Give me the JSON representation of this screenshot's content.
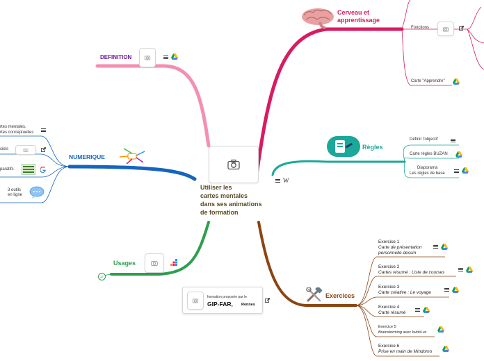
{
  "central": {
    "title_lines": [
      "Utiliser les",
      "cartes mentales",
      "dans ses animations",
      "de formation"
    ]
  },
  "branches": {
    "definition": {
      "label": "DEFINITION",
      "color": "#f48fb1"
    },
    "numerique": {
      "label": "NUMERIQUE",
      "color": "#1565c0",
      "items": [
        "rtes mentales,",
        "rtes conceptuelles",
        "ciels",
        "paratifs",
        "3 outils",
        "en ligne"
      ]
    },
    "usages": {
      "label": "Usages",
      "color": "#2e9e4f"
    },
    "cerveau": {
      "label_lines": [
        "Cerveau et",
        "apprentissage"
      ],
      "color": "#d81b60",
      "items": [
        "Fonctions",
        "Carte \"Apprendre\""
      ]
    },
    "regles": {
      "label": "Règles",
      "color": "#1aa89a",
      "items": [
        "Définir l'objectif",
        "Carte règles BUZAN",
        "Diaporama",
        "Les règles de base"
      ]
    },
    "exercices": {
      "label": "Exercices",
      "color": "#8b4513",
      "items": [
        {
          "title": "Exercice 1",
          "sub1": "Carte de présentation",
          "sub2": "personnelle dessin"
        },
        {
          "title": "Exercice 2",
          "sub1": "Cartes résumé : Liste de courses"
        },
        {
          "title": "Exercice 3",
          "sub1": "Carte créative : Le voyage"
        },
        {
          "title": "Exercice 4",
          "sub1": "Carte résumé"
        },
        {
          "title": "Exercice 5",
          "sub1": "Brainstorming avec bubbl.us"
        },
        {
          "title": "Exercice 6",
          "sub1": "Prise en main de Mindomo"
        }
      ]
    }
  },
  "footer_note": {
    "line1": "formation proposée par le",
    "org": "GIP-FAR,",
    "city": "Rennes"
  },
  "collapsed_count": "17",
  "wiki_glyph": "W",
  "icons": [
    "camera-icon",
    "menu-icon",
    "google-drive-icon",
    "external-link-icon",
    "google-icon",
    "wikipedia-icon",
    "brain-icon",
    "tools-icon",
    "regles-image",
    "chat-bubble-icon"
  ]
}
